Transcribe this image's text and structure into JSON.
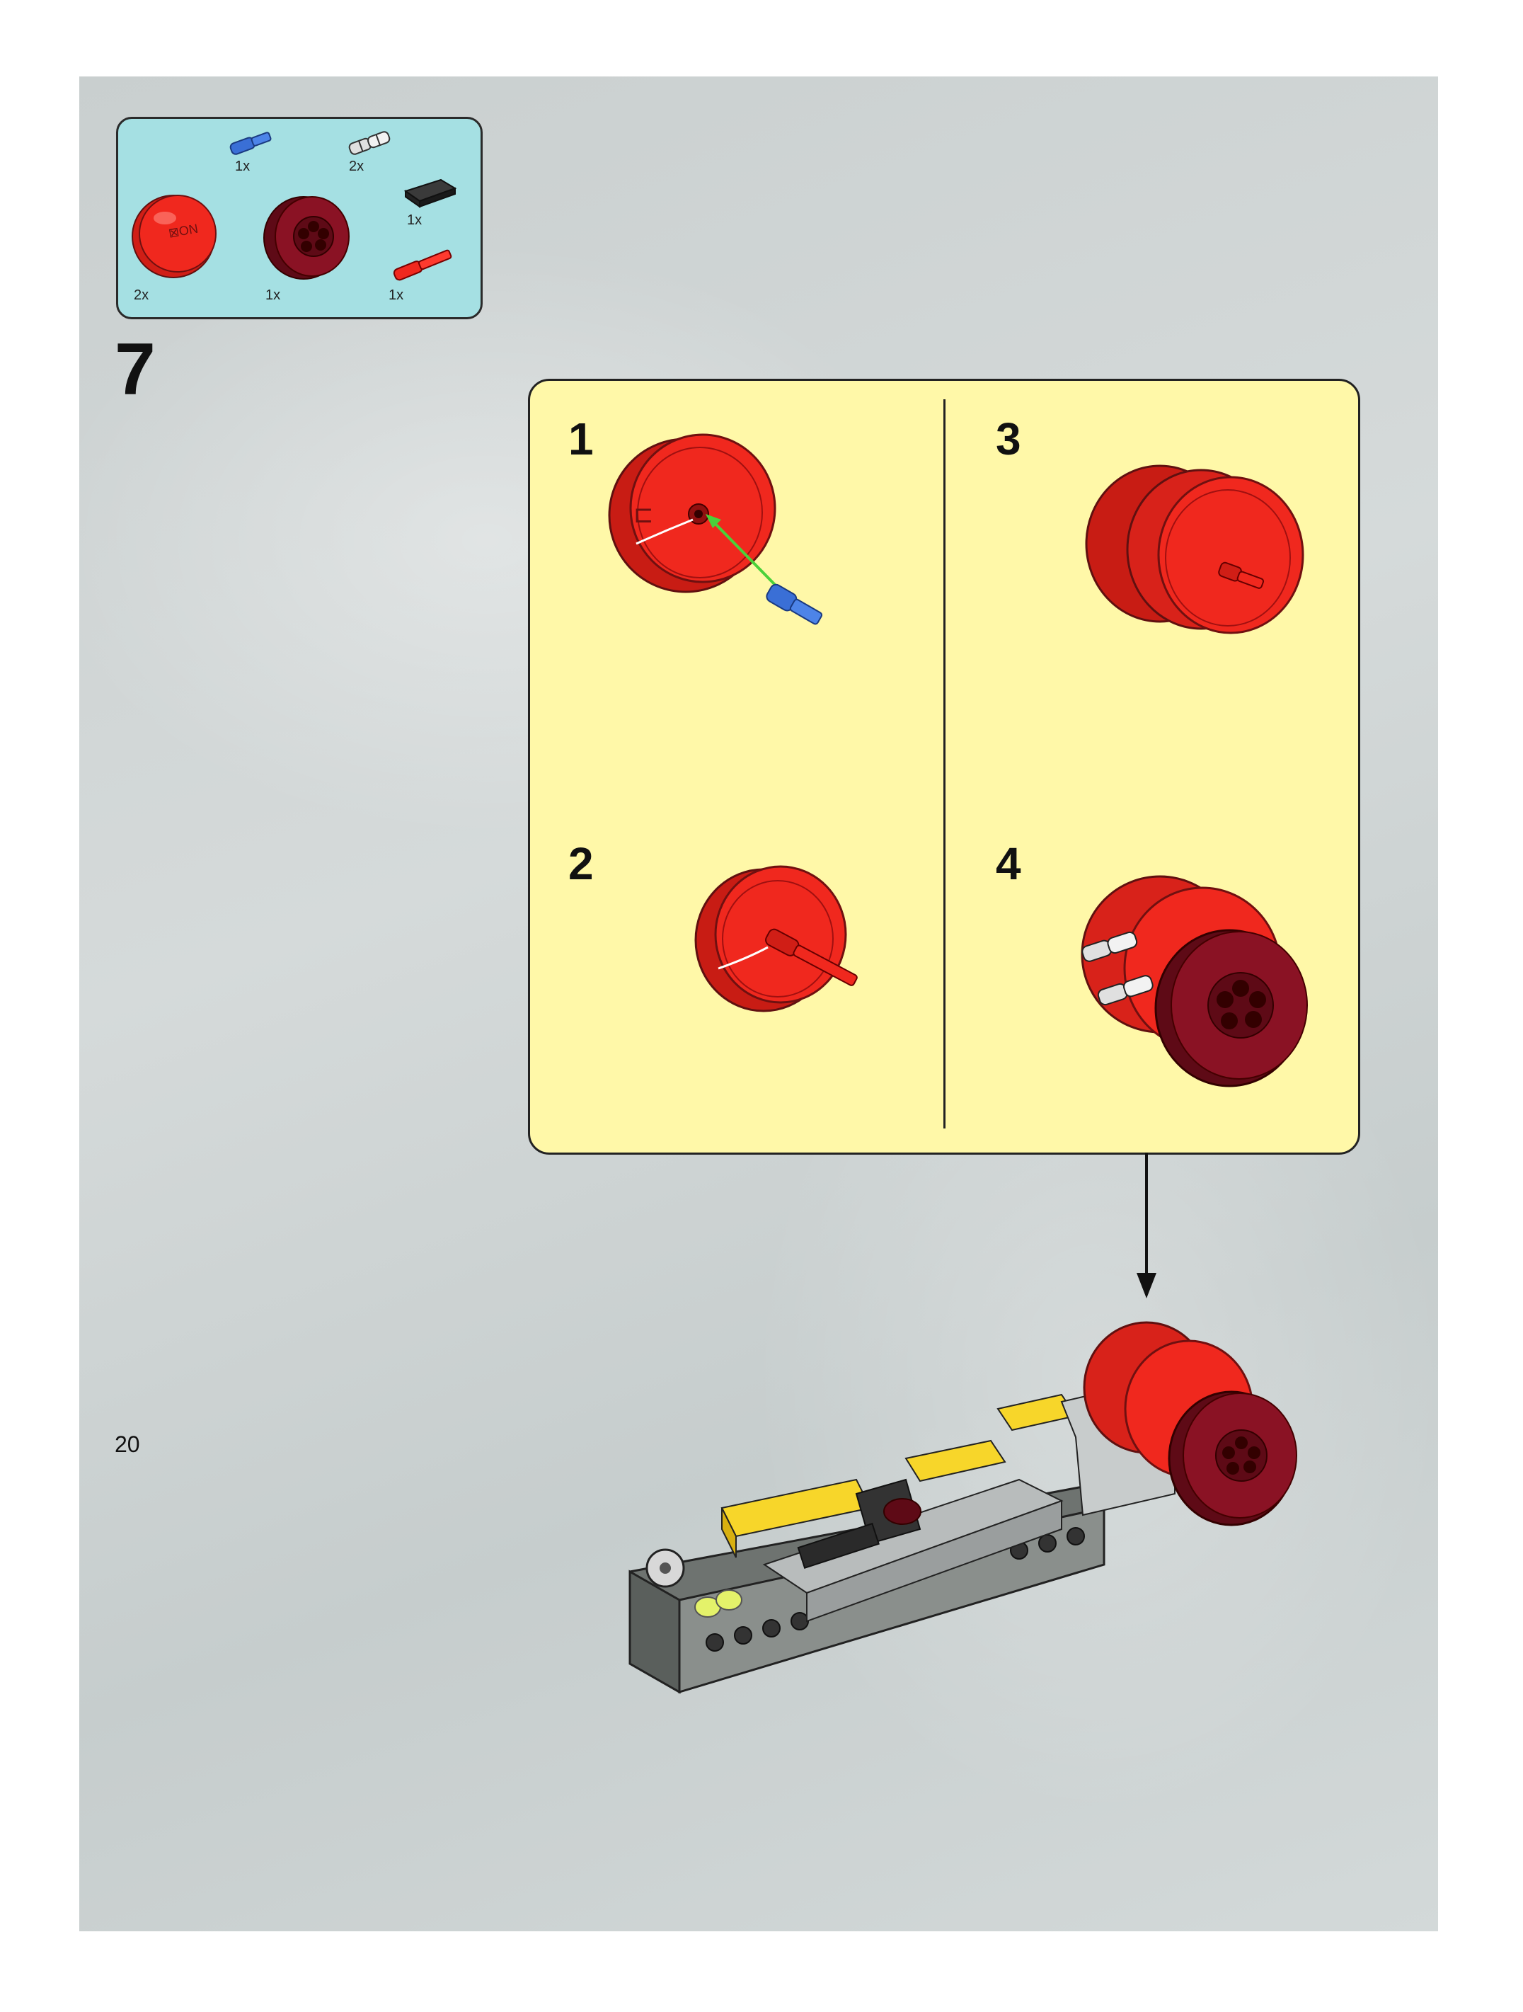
{
  "parts_list": {
    "items": [
      {
        "name": "blue-axle-pin",
        "quantity": "1x"
      },
      {
        "name": "gray-axle-pin",
        "quantity": "2x"
      },
      {
        "name": "black-tile",
        "quantity": "1x"
      },
      {
        "name": "red-wheel-rim",
        "quantity": "2x"
      },
      {
        "name": "dark-red-hub",
        "quantity": "1x"
      },
      {
        "name": "red-axle-pin",
        "quantity": "1x"
      }
    ]
  },
  "step": {
    "number": "7"
  },
  "sub_steps": [
    {
      "number": "1"
    },
    {
      "number": "2"
    },
    {
      "number": "3"
    },
    {
      "number": "4"
    }
  ],
  "page": {
    "number": "20"
  },
  "colors": {
    "parts_box_bg": "#a5e0e3",
    "sub_panel_bg": "#fff8a8",
    "wheel_red": "#f0281e",
    "hub_dark_red": "#8a1224",
    "pin_blue": "#3a6fd6",
    "arrow_green": "#4ad13a"
  }
}
